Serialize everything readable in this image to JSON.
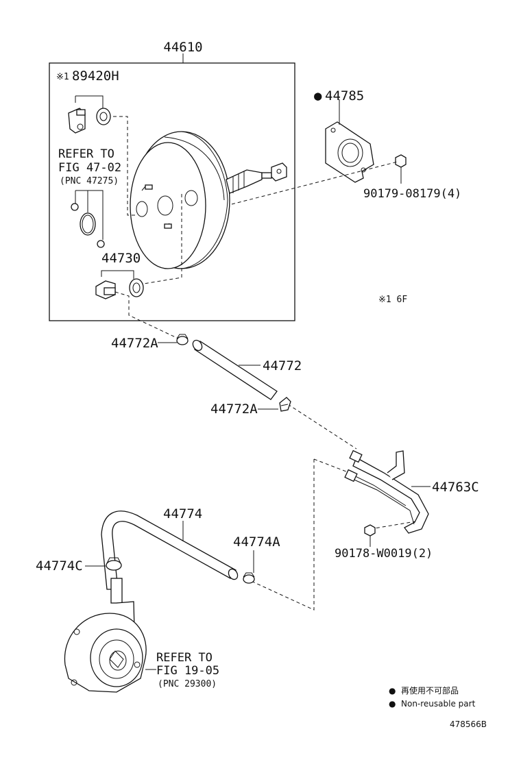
{
  "labels": {
    "booster": "44610",
    "sensor_mark": "※1",
    "sensor": "89420H",
    "refer_top_1": "REFER TO",
    "refer_top_2": "FIG 47-02",
    "refer_top_3": "(PNC 47275)",
    "check_valve": "44730",
    "gasket_mark": "●",
    "gasket": "44785",
    "nut_top": "90179-08179(4)",
    "note_mark": "※1 6F",
    "clip_a_top": "44772A",
    "hose_top": "44772",
    "clip_a_mid": "44772A",
    "pipe": "44763C",
    "bolt": "90178-W0019(2)",
    "hose_bottom": "44774",
    "clip_c": "44774C",
    "clip_a_bottom": "44774A",
    "refer_bot_1": "REFER TO",
    "refer_bot_2": "FIG 19-05",
    "refer_bot_3": "(PNC 29300)"
  },
  "legend": {
    "mark": "●",
    "jp": "再使用不可部品",
    "en": "Non-reusable part"
  },
  "diagram_code": "478566B"
}
